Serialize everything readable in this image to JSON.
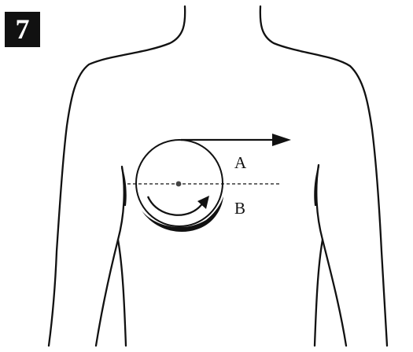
{
  "step_number": "7",
  "labels": {
    "a": "A",
    "b": "B"
  },
  "colors": {
    "ink": "#111111",
    "background": "#ffffff",
    "badge_bg": "#111111",
    "badge_text": "#ffffff"
  }
}
